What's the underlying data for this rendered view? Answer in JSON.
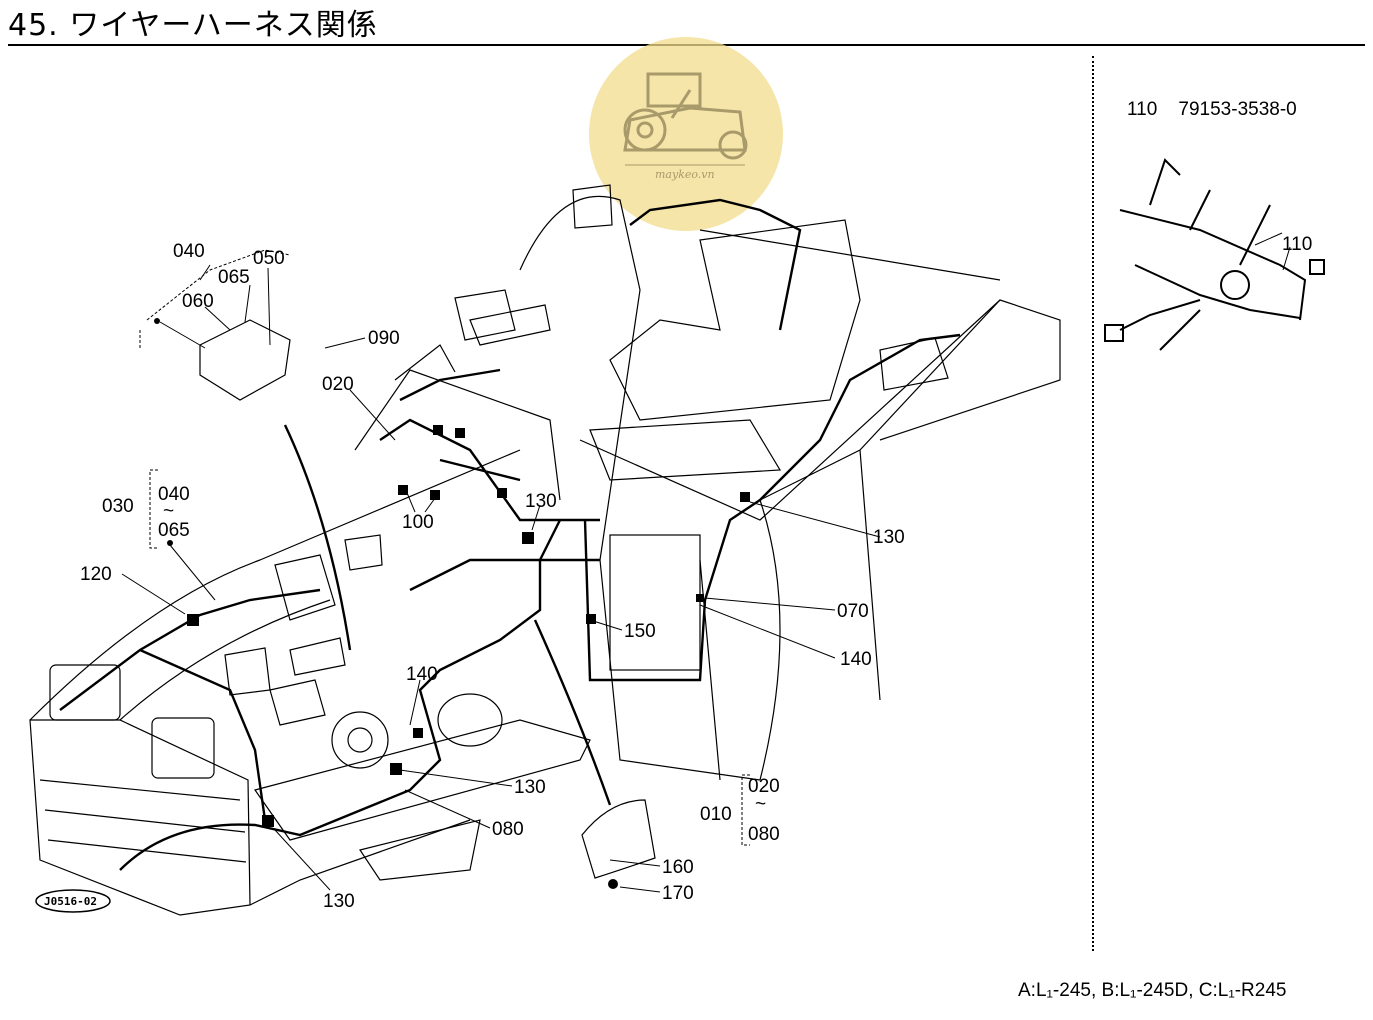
{
  "header": {
    "title": "45. ワイヤーハーネス関係"
  },
  "part_detail": {
    "title": "110    79153-3538-0",
    "callout": "110"
  },
  "footer": {
    "models": "A:L₁-245, B:L₁-245D, C:L₁-R245"
  },
  "stamp": {
    "code": "J0516-02"
  },
  "watermark": {
    "text": "maykeo.vn"
  },
  "callouts": {
    "c040": "040",
    "c065": "065",
    "c050": "050",
    "c060": "060",
    "c090": "090",
    "c020": "020",
    "c100": "100",
    "c130_top": "130",
    "c130_right": "130",
    "c030": "030",
    "c030_040": "040",
    "c030_065": "065",
    "c120": "120",
    "c070": "070",
    "c150": "150",
    "c140_right": "140",
    "c140_mid": "140",
    "c130_mid": "130",
    "c080": "080",
    "c130_bottom": "130",
    "c160": "160",
    "c170": "170",
    "c010": "010",
    "c010_020": "020",
    "c010_080": "080",
    "tilde": "~"
  },
  "colors": {
    "ink": "#000000",
    "watermark": "#f3dc8c"
  }
}
